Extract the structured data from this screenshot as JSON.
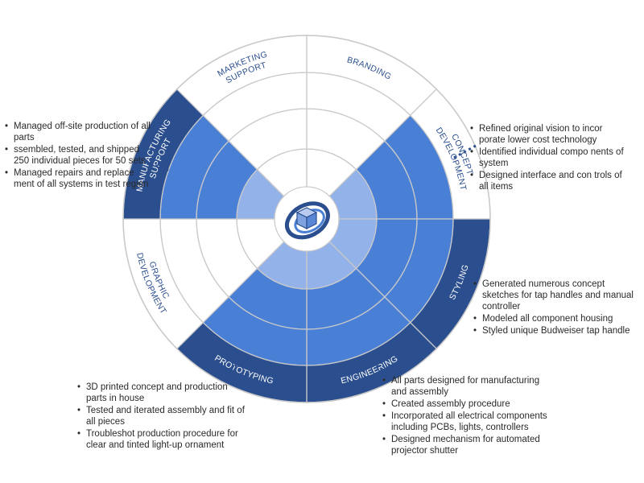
{
  "colors": {
    "dark_blue": "#2b4f8e",
    "medium_blue": "#4a7fd6",
    "light_blue": "#93b2ea",
    "outline": "#c9c9c9",
    "connector": "#2b4f8e",
    "text": "#2a2a2a"
  },
  "center": {
    "icon": "cube-logo-icon"
  },
  "segments": [
    {
      "id": "branding",
      "label": [
        "BRANDING"
      ],
      "active": false,
      "level": 0
    },
    {
      "id": "concept",
      "label": [
        "CONCEPT",
        "DEVELOPMENT"
      ],
      "active": false,
      "level": 3
    },
    {
      "id": "styling",
      "label": [
        "STYLING"
      ],
      "active": true,
      "level": 3
    },
    {
      "id": "engineering",
      "label": [
        "ENGINEERING"
      ],
      "active": true,
      "level": 3
    },
    {
      "id": "prototyping",
      "label": [
        "PROTOTYPING"
      ],
      "active": true,
      "level": 3
    },
    {
      "id": "graphic",
      "label": [
        "GRAPHIC",
        "DEVELOPMENT"
      ],
      "active": false,
      "level": 0
    },
    {
      "id": "manufacturing",
      "label": [
        "MANUFACTURING",
        "SUPPORT"
      ],
      "active": true,
      "level": 3
    },
    {
      "id": "marketing",
      "label": [
        "MARKETING",
        "SUPPORT"
      ],
      "active": false,
      "level": 0
    }
  ],
  "notes": {
    "manufacturing": [
      "Managed off-site production of all parts",
      "ssembled, tested, and shipped 250 individual pieces for 50 sets",
      "Managed repairs and replace ment of all systems in test region"
    ],
    "concept": [
      "Refined original vision to incor porate lower cost technology",
      "Identified individual compo nents of system",
      "Designed interface and con trols of all items"
    ],
    "styling": [
      "Generated numerous concept sketches for tap handles and manual controller",
      "Modeled all component housing",
      "Styled unique Budweiser tap handle"
    ],
    "prototyping": [
      "3D printed concept and production parts in house",
      "Tested and iterated assembly and fit of all pieces",
      "Troubleshot production procedure for clear and tinted light-up ornament"
    ],
    "engineering": [
      "All parts designed for manufacturing and assembly",
      "Created assembly procedure",
      "Incorporated all electrical components including PCBs, lights, controllers",
      "Designed mechanism for automated projector shutter"
    ]
  }
}
